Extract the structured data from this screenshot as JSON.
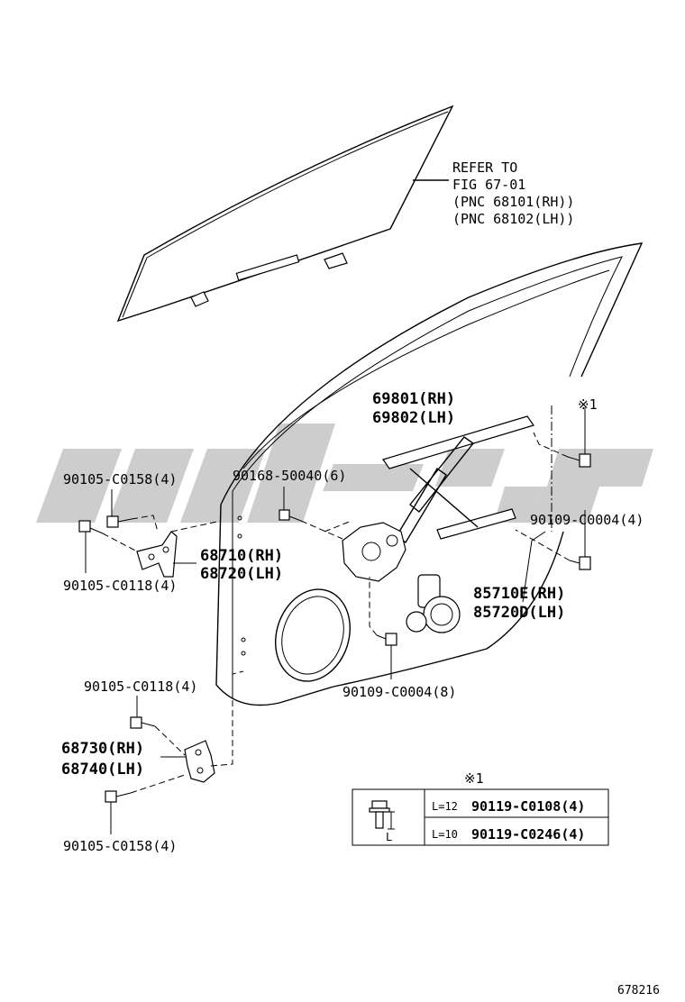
{
  "refer_note": {
    "line1": "REFER TO",
    "line2": "FIG 67-01",
    "line3": "(PNC 68101(RH))",
    "line4": "(PNC 68102(LH))"
  },
  "parts": {
    "regulator_rh": "69801(RH)",
    "regulator_lh": "69802(LH)",
    "bolt_c0158_top": "90105-C0158(4)",
    "bolt_50040": "90168-50040(6)",
    "bolt_c0118_top": "90105-C0118(4)",
    "hinge_upper_rh": "68710(RH)",
    "hinge_upper_lh": "68720(LH)",
    "bolt_c0004_right": "90109-C0004(4)",
    "motor_rh": "85710E(RH)",
    "motor_lh": "85720D(LH)",
    "bolt_c0004_bottom": "90109-C0004(8)",
    "bolt_c0118_bottom": "90105-C0118(4)",
    "hinge_lower_rh": "68730(RH)",
    "hinge_lower_lh": "68740(LH)",
    "bolt_c0158_bottom": "90105-C0158(4)",
    "note_ref_mark": "※1"
  },
  "legend_table": {
    "header": "※1",
    "dimension_label": "L",
    "rows": [
      {
        "length": "L=12",
        "part": "90119-C0108(4)"
      },
      {
        "length": "L=10",
        "part": "90119-C0246(4)"
      }
    ]
  },
  "figure_id": "678216",
  "colors": {
    "ink": "#000000",
    "watermark": "#bcbcbc",
    "background": "#ffffff"
  }
}
